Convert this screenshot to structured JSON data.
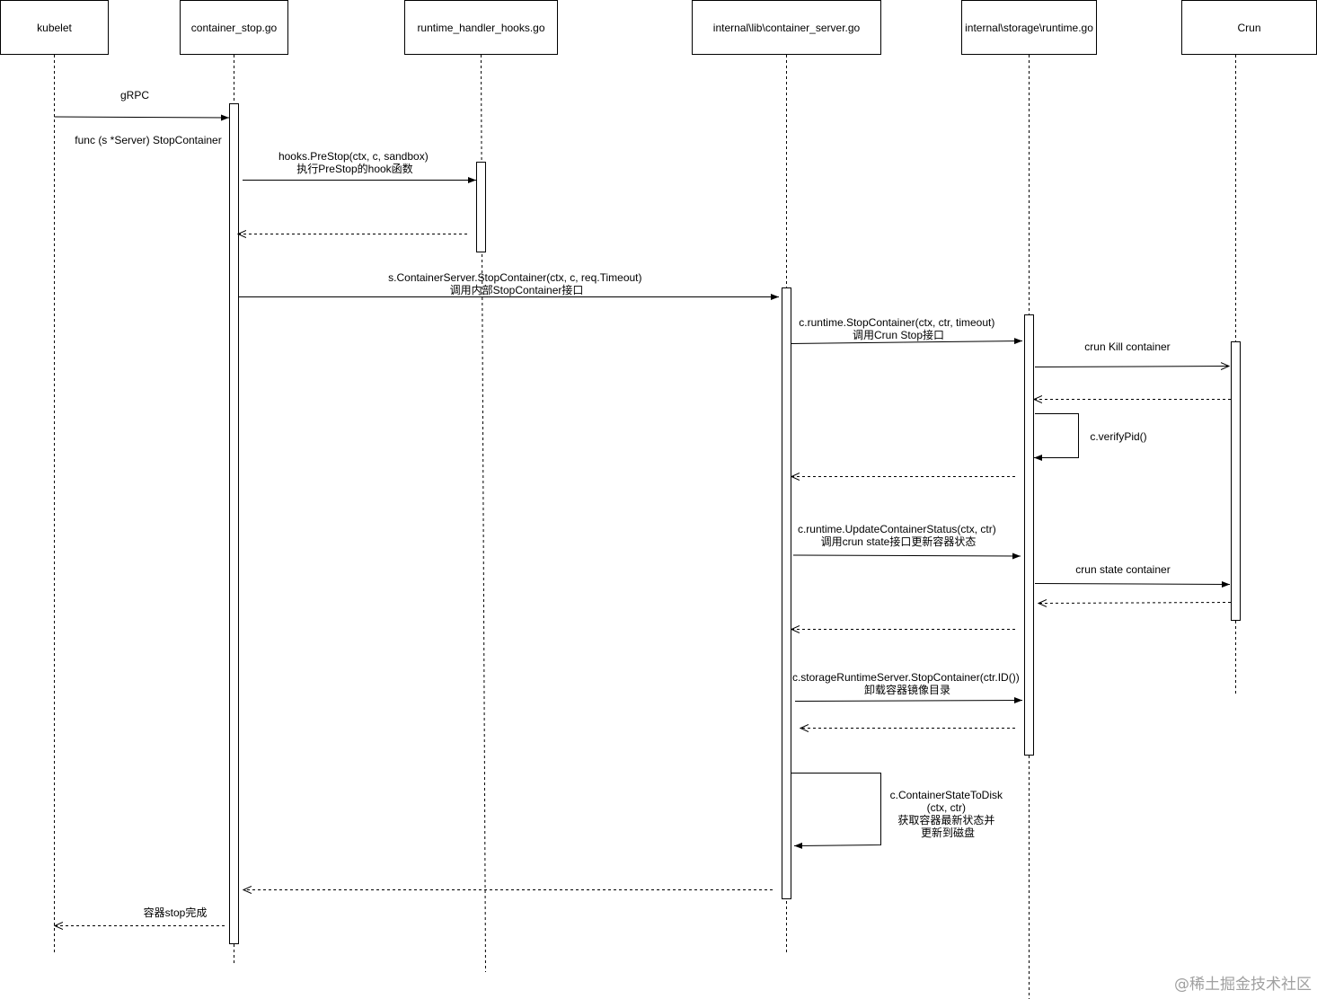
{
  "participants": [
    {
      "id": "kubelet",
      "name": "kubelet"
    },
    {
      "id": "container_stop",
      "name": "container_stop.go"
    },
    {
      "id": "runtime_hooks",
      "name": "runtime_handler_hooks.go"
    },
    {
      "id": "container_server",
      "name": "internal\\lib\\container_server.go"
    },
    {
      "id": "storage_runtime",
      "name": "internal\\storage\\runtime.go"
    },
    {
      "id": "crun",
      "name": "Crun"
    }
  ],
  "messages": [
    {
      "id": "m1",
      "lines": [
        "gRPC"
      ]
    },
    {
      "id": "m1b",
      "lines": [
        "func (s *Server) StopContainer"
      ]
    },
    {
      "id": "m2",
      "lines": [
        "hooks.PreStop(ctx, c, sandbox)",
        "执行PreStop的hook函数"
      ]
    },
    {
      "id": "m3",
      "lines": [
        "s.ContainerServer.StopContainer(ctx, c, req.Timeout)",
        "调用内部StopContainer接口"
      ]
    },
    {
      "id": "m4",
      "lines": [
        "c.runtime.StopContainer(ctx, ctr, timeout)",
        "调用Crun Stop接口"
      ]
    },
    {
      "id": "m5",
      "lines": [
        "crun Kill container"
      ]
    },
    {
      "id": "m6",
      "lines": [
        "c.verifyPid()"
      ]
    },
    {
      "id": "m7",
      "lines": [
        "c.runtime.UpdateContainerStatus(ctx, ctr)",
        "调用crun state接口更新容器状态"
      ]
    },
    {
      "id": "m8",
      "lines": [
        "crun state container"
      ]
    },
    {
      "id": "m9",
      "lines": [
        "c.storageRuntimeServer.StopContainer(ctr.ID())",
        "卸载容器镜像目录"
      ]
    },
    {
      "id": "m10",
      "lines": [
        "c.ContainerStateToDisk",
        "(ctx, ctr)",
        "获取容器最新状态并",
        "更新到磁盘"
      ]
    },
    {
      "id": "m11",
      "lines": [
        "容器stop完成"
      ]
    }
  ],
  "watermark": "@稀土掘金技术社区"
}
